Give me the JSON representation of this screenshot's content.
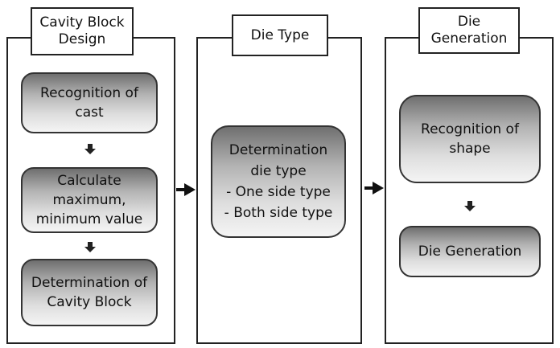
{
  "panels": {
    "cavity": {
      "title_line1": "Cavity Block",
      "title_line2": "Design",
      "steps": [
        {
          "line1": "Recognition of",
          "line2": "cast"
        },
        {
          "line1": "Calculate",
          "line2": "maximum,",
          "line3": "minimum value"
        },
        {
          "line1": "Determination of",
          "line2": "Cavity Block"
        }
      ]
    },
    "die_type": {
      "title": "Die Type",
      "box": {
        "line1": "Determination",
        "line2": "die type",
        "line3": "- One side type",
        "line4": "- Both side type"
      }
    },
    "die_generation": {
      "title_line1": "Die",
      "title_line2": "Generation",
      "steps": [
        {
          "line1": "Recognition of",
          "line2": "shape"
        },
        {
          "line1": "Die Generation"
        }
      ]
    }
  }
}
